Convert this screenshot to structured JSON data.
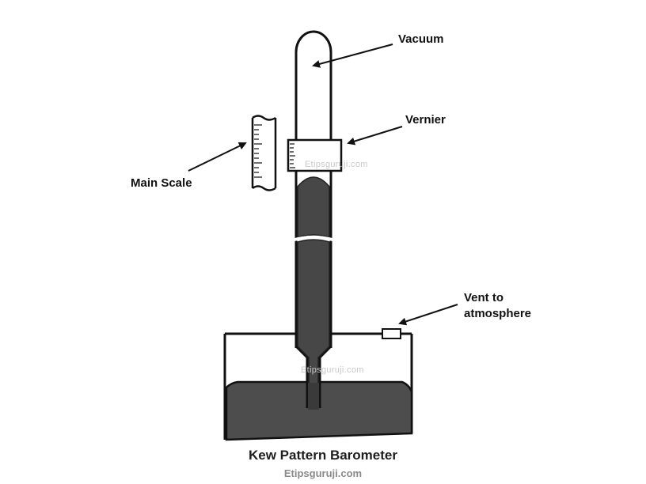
{
  "labels": {
    "vacuum": "Vacuum",
    "vernier": "Vernier",
    "main_scale": "Main  Scale",
    "vent": "Vent to\natmosphere"
  },
  "caption": "Kew Pattern Barometer",
  "site": "Etipsguruji.com",
  "watermark": "Etipsguruji.com",
  "colors": {
    "ink": "#111111",
    "mercury": "#4d4d4d",
    "mercury_dark": "#3a3a3a",
    "paper": "#ffffff",
    "watermark": "#c9c9c9"
  }
}
